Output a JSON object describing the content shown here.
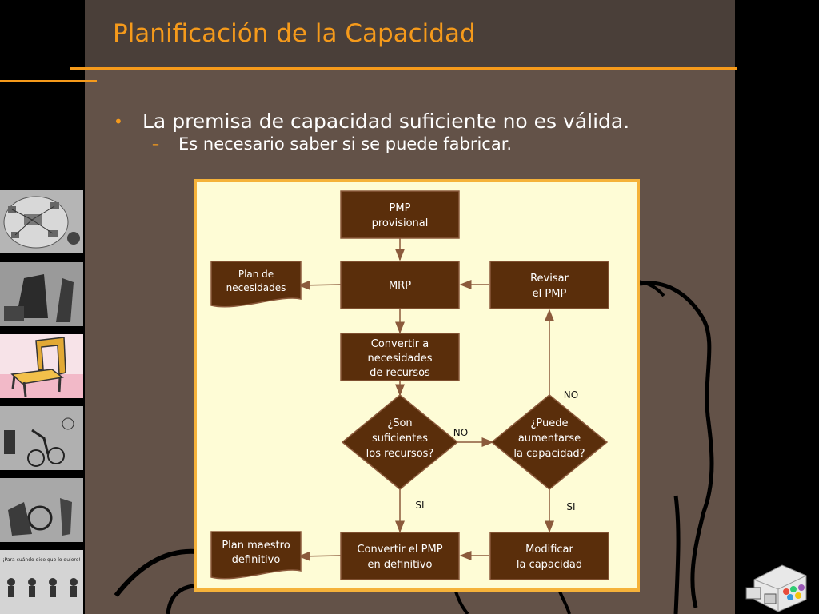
{
  "title": "Planificación de la Capacidad",
  "bullets": {
    "main": "La premisa de capacidad suficiente no es válida.",
    "sub": "Es necesario saber si se puede fabricar."
  },
  "thumbnails": {
    "poster_caption": "¡Para cuándo dice que lo quiere!"
  },
  "flow": {
    "pmp_provisional": [
      "PMP",
      "provisional"
    ],
    "mrp": "MRP",
    "revisar": [
      "Revisar",
      "el PMP"
    ],
    "plan_necesidades": [
      "Plan de",
      "necesidades"
    ],
    "convertir": [
      "Convertir a",
      "necesidades",
      "de recursos"
    ],
    "son_suficientes": [
      "¿Son",
      "suficientes",
      "los recursos?"
    ],
    "puede_aumentar": [
      "¿Puede",
      "aumentarse",
      "la capacidad?"
    ],
    "plan_maestro": [
      "Plan maestro",
      "definitivo"
    ],
    "convertir_pmp": [
      "Convertir el PMP",
      "en definitivo"
    ],
    "modificar": [
      "Modificar",
      "la capacidad"
    ],
    "label_no_right": "NO",
    "label_no_up": "NO",
    "label_si_left": "SI",
    "label_si_right": "SI"
  },
  "colors": {
    "accent": "#f59a1b",
    "box_fill": "#5a2e0b",
    "diagram_bg": "#fefcd6",
    "frame_border": "#f5b23a",
    "slide_bg": "#635248"
  }
}
